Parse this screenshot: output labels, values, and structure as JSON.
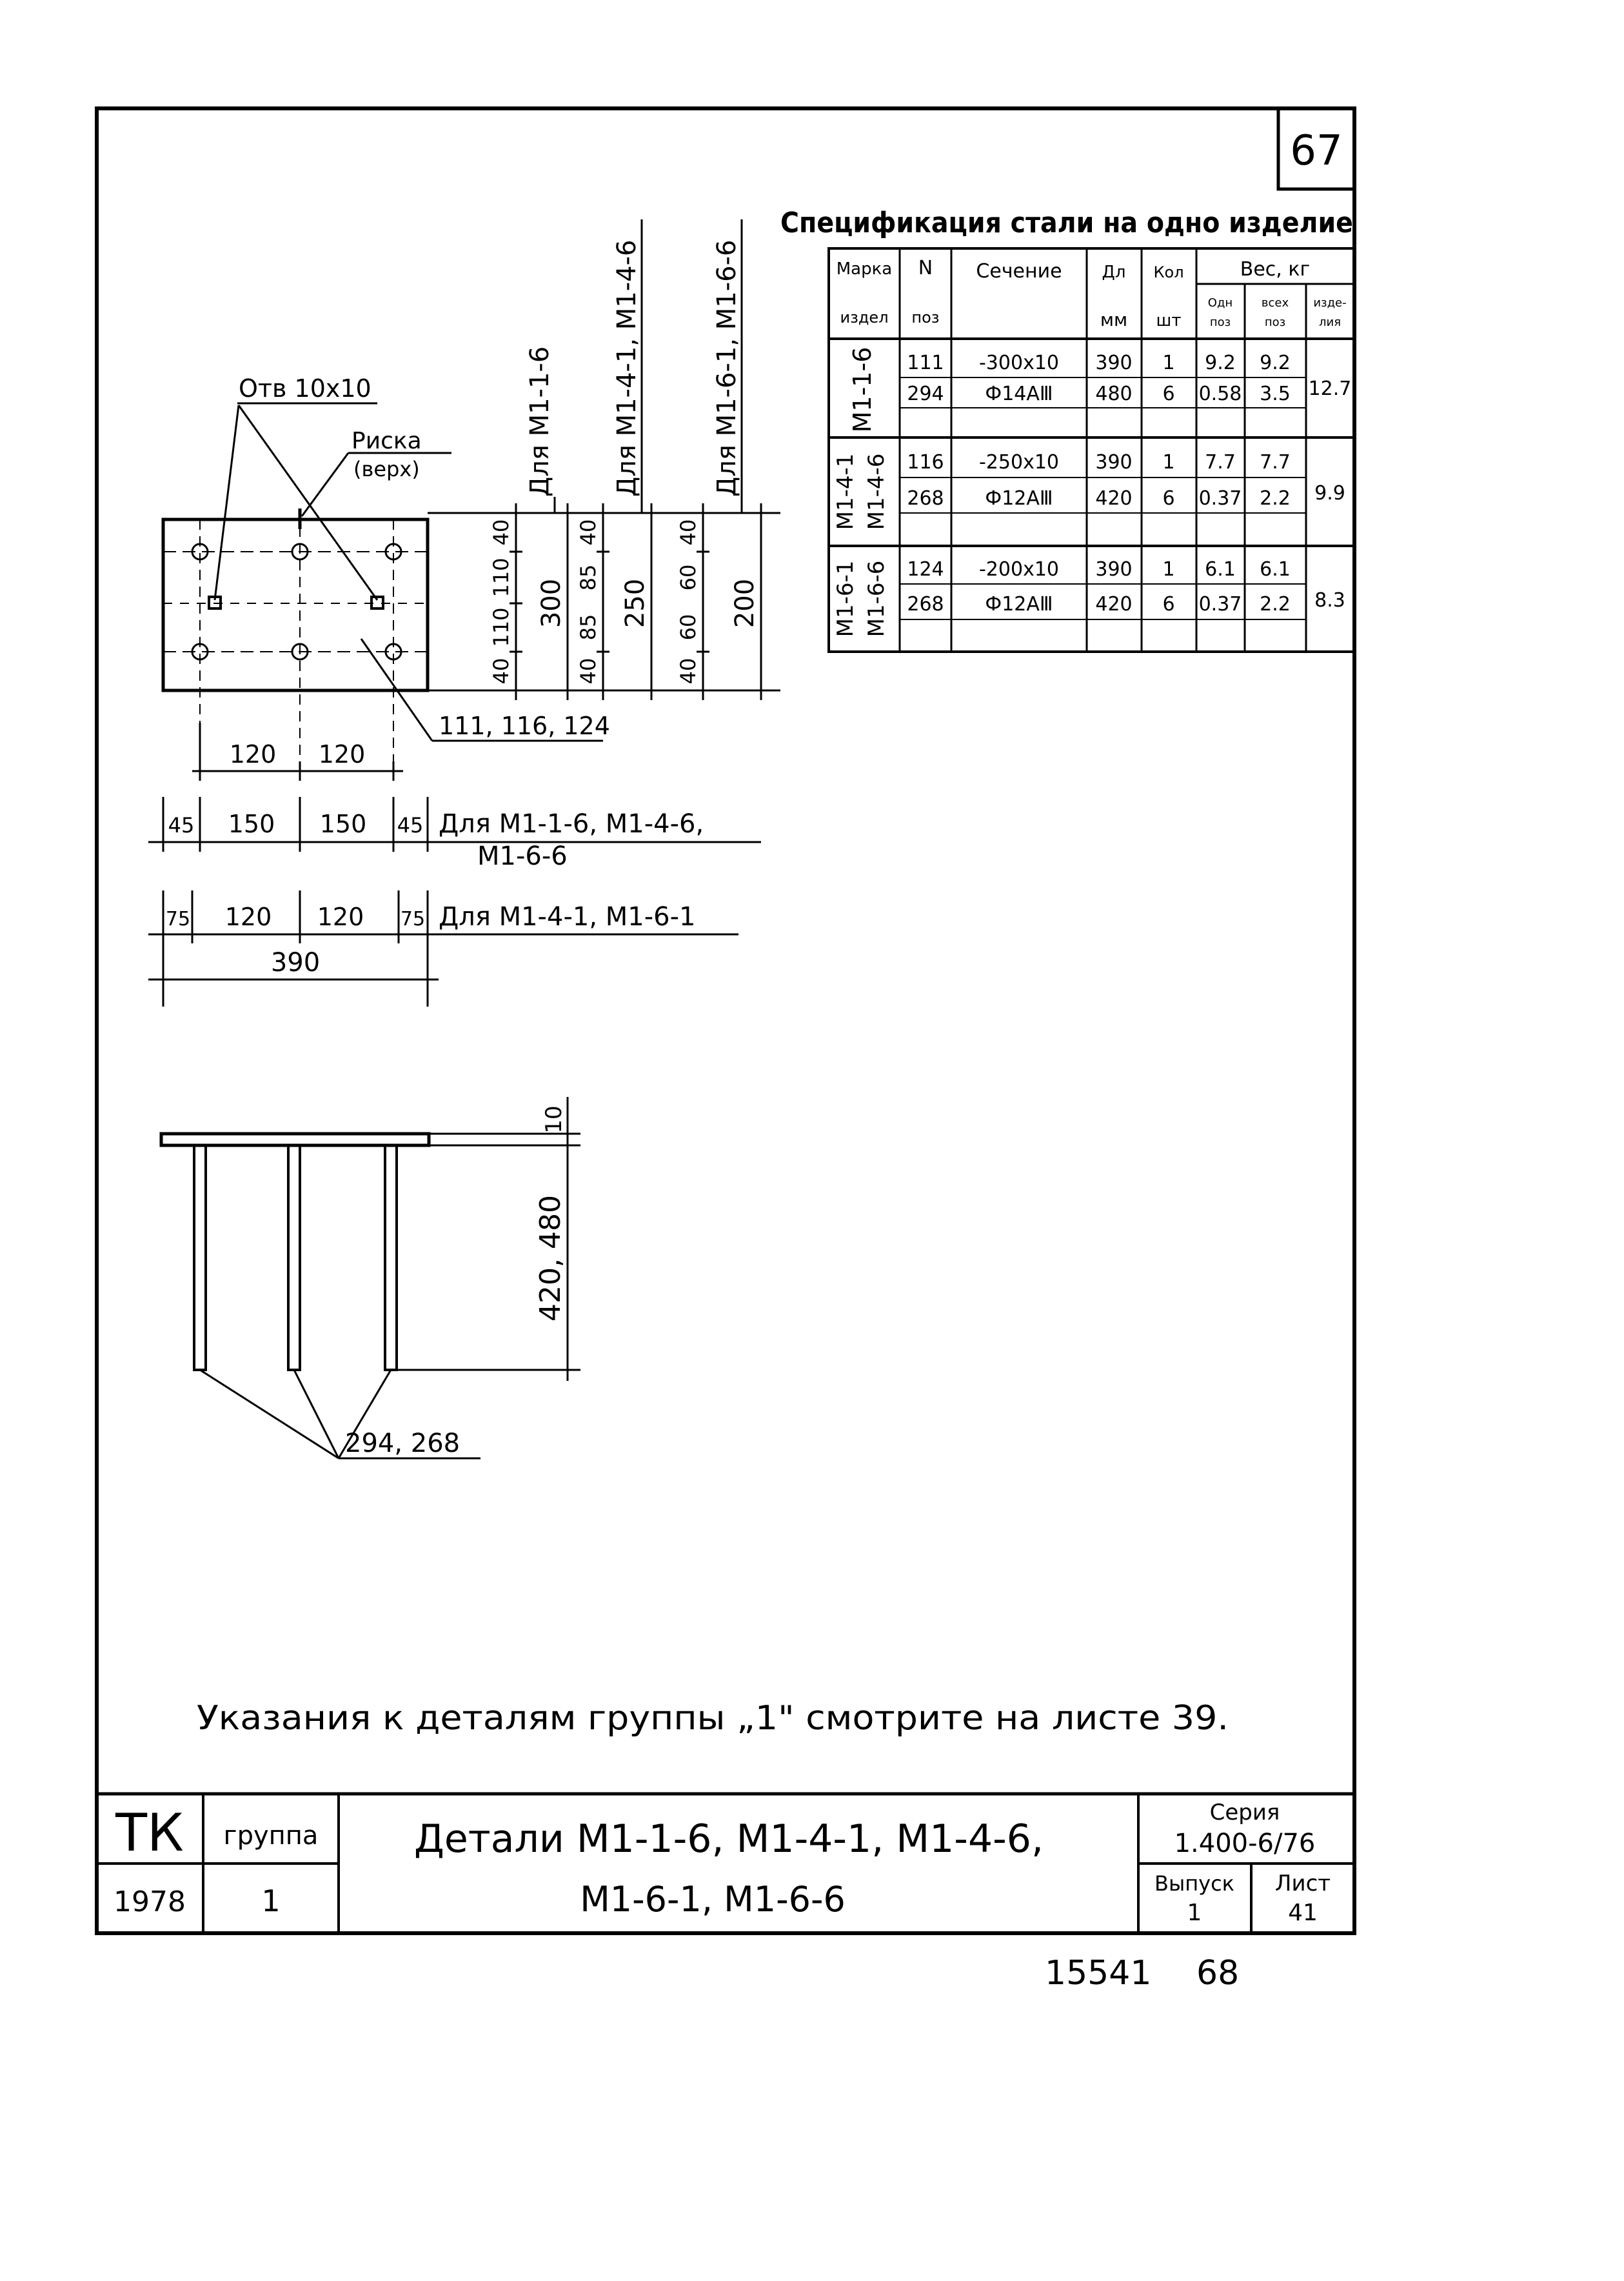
{
  "sheet_number": "67",
  "spec_title": "Спецификация стали на одно изделие",
  "spec_table": {
    "headers": {
      "marka": [
        "Марка",
        "издел"
      ],
      "pos": [
        "N",
        "поз"
      ],
      "section": "Сечение",
      "length": [
        "Дл",
        "мм"
      ],
      "qty": [
        "Кол",
        "шт"
      ],
      "weight": "Вес, кг",
      "w_one": [
        "Одн",
        "поз"
      ],
      "w_all": [
        "всех",
        "поз"
      ],
      "w_item": [
        "изде-",
        "лия"
      ]
    },
    "groups": [
      {
        "marks": [
          "М1-1-6"
        ],
        "rows": [
          {
            "pos": "111",
            "section": "-300х10",
            "length": "390",
            "qty": "1",
            "w_one": "9.2",
            "w_all": "9.2"
          },
          {
            "pos": "294",
            "section": "Ф14АⅢ",
            "length": "480",
            "qty": "6",
            "w_one": "0.58",
            "w_all": "3.5"
          }
        ],
        "total": "12.7"
      },
      {
        "marks": [
          "М1-4-1",
          "М1-4-6"
        ],
        "rows": [
          {
            "pos": "116",
            "section": "-250х10",
            "length": "390",
            "qty": "1",
            "w_one": "7.7",
            "w_all": "7.7"
          },
          {
            "pos": "268",
            "section": "Ф12АⅢ",
            "length": "420",
            "qty": "6",
            "w_one": "0.37",
            "w_all": "2.2"
          }
        ],
        "total": "9.9"
      },
      {
        "marks": [
          "М1-6-1",
          "М1-6-6"
        ],
        "rows": [
          {
            "pos": "124",
            "section": "-200х10",
            "length": "390",
            "qty": "1",
            "w_one": "6.1",
            "w_all": "6.1"
          },
          {
            "pos": "268",
            "section": "Ф12АⅢ",
            "length": "420",
            "qty": "6",
            "w_one": "0.37",
            "w_all": "2.2"
          }
        ],
        "total": "8.3"
      }
    ]
  },
  "plan": {
    "hole_label": "Отв 10х10",
    "mark_label": "Риска",
    "mark_label2": "(верх)",
    "for_m116": "Для М1-1-6",
    "for_m141_146": "Для М1-4-1, М1-4-6",
    "for_m161_166": "Для М1-6-1, М1-6-6",
    "dims_300": [
      "40",
      "110",
      "110",
      "40"
    ],
    "dim_300_total": "300",
    "dims_250": [
      "40",
      "85",
      "85",
      "40"
    ],
    "dim_250_total": "250",
    "dims_200": [
      "40",
      "60",
      "60",
      "40"
    ],
    "dim_200_total": "200",
    "plate_positions": "111, 116, 124",
    "row1": [
      "120",
      "120"
    ],
    "row2": [
      "45",
      "150",
      "150",
      "45"
    ],
    "row2_note": "Для М1-1-6, М1-4-6,",
    "row2_note2": "М1-6-6",
    "row3": [
      "75",
      "120",
      "120",
      "75"
    ],
    "row3_note": "Для М1-4-1, М1-6-1",
    "overall": "390"
  },
  "elevation": {
    "plate_thickness": "10",
    "rod_length": "420, 480",
    "rod_positions": "294, 268"
  },
  "note": "Указания к деталям группы „1\" смотрите на листе 39.",
  "title_block": {
    "code": "ТК",
    "group_label": "группа",
    "year": "1978",
    "group_value": "1",
    "title_line1": "Детали М1-1-6, М1-4-1, М1-4-6,",
    "title_line2": "М1-6-1, М1-6-6",
    "series_label": "Серия",
    "series_value": "1.400-6/76",
    "issue_label": "Выпуск",
    "issue_value": "1",
    "sheet_label": "Лист",
    "sheet_value": "41"
  },
  "footer": {
    "doc_number": "15541",
    "page": "68"
  }
}
